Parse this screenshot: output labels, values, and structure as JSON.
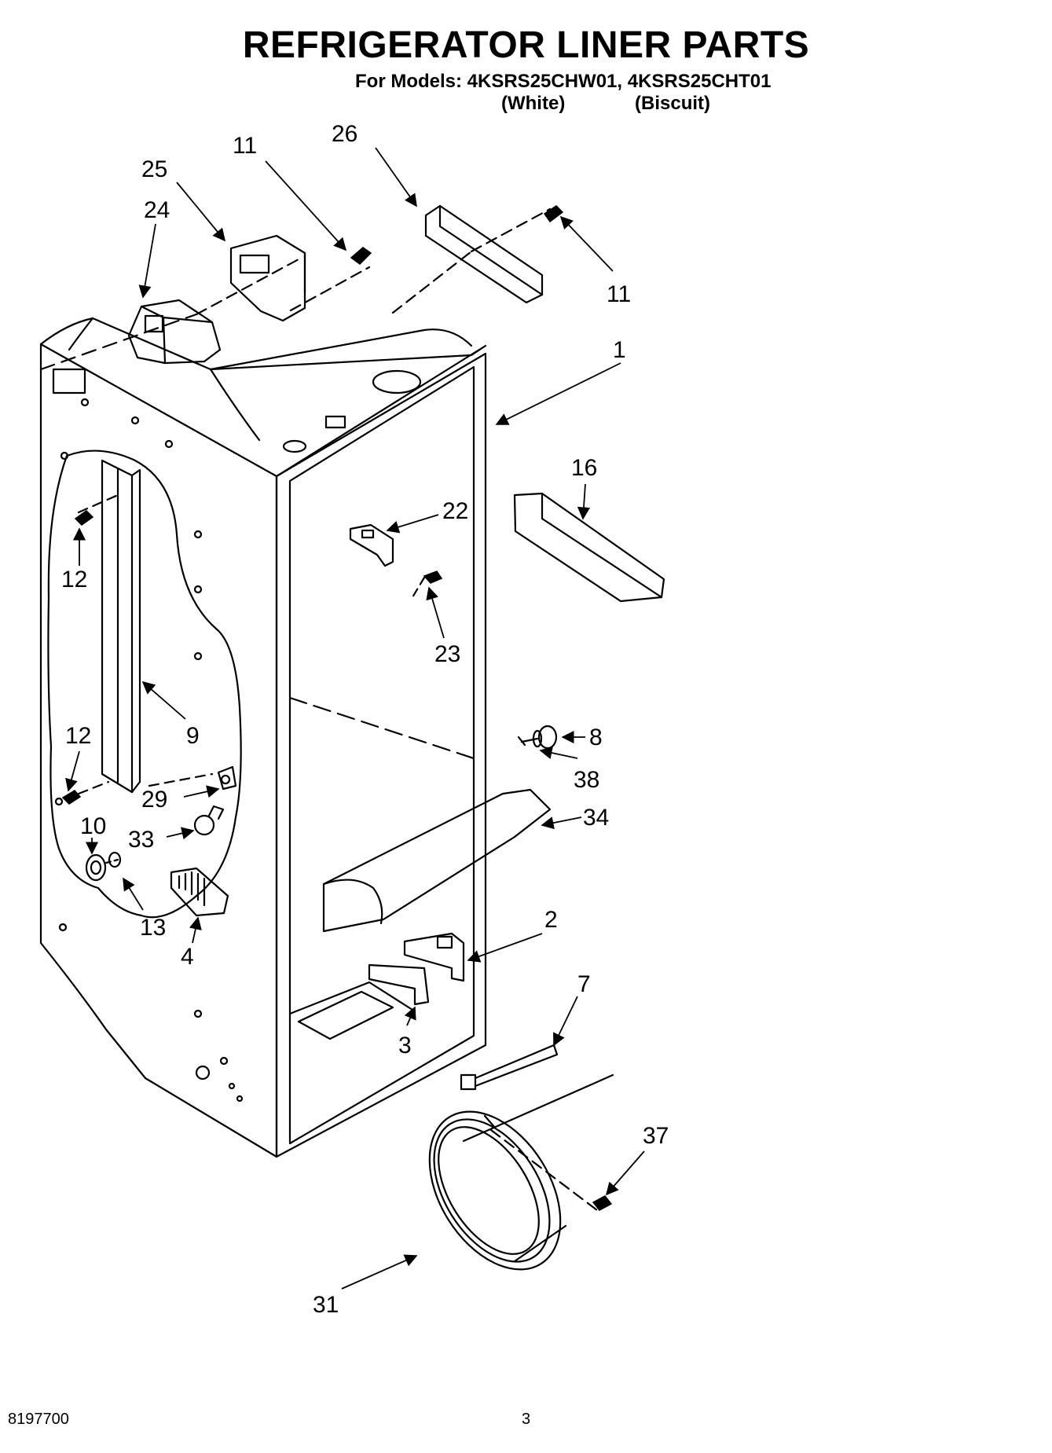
{
  "header": {
    "title": "REFRIGERATOR LINER PARTS",
    "models_line": "For Models: 4KSRS25CHW01, 4KSRS25CHT01",
    "color_white": "(White)",
    "color_biscuit": "(Biscuit)"
  },
  "callouts": {
    "c26": "26",
    "c11a": "11",
    "c25": "25",
    "c24": "24",
    "c11b": "11",
    "c1": "1",
    "c16": "16",
    "c22": "22",
    "c23": "23",
    "c12a": "12",
    "c9": "9",
    "c12b": "12",
    "c29": "29",
    "c8": "8",
    "c38": "38",
    "c33": "33",
    "c34": "34",
    "c10": "10",
    "c13": "13",
    "c4": "4",
    "c2": "2",
    "c3": "3",
    "c7": "7",
    "c37": "37",
    "c31": "31"
  },
  "footer": {
    "doc_number": "8197700",
    "page_number": "3"
  }
}
